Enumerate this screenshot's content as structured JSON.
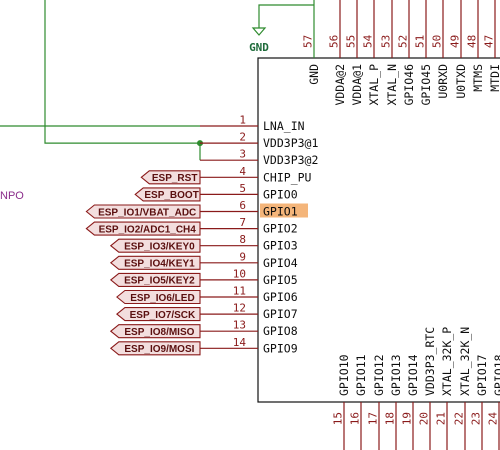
{
  "colors": {
    "background": "#ffffff",
    "wire": "#2e8b2e",
    "pin": "#8a1a1a",
    "body_outline": "#111111",
    "pin_name": "#0e0e0e",
    "pin_number": "#8a1a1a",
    "power_label": "#1e6b3a",
    "stray_text": "#8b2d8b",
    "highlight": "#f4b57a",
    "label_fill": "#f3dede",
    "label_text": "#5a0f0f"
  },
  "stray_text": "NPO",
  "gnd_symbol": {
    "label": "GND"
  },
  "left_pins": [
    {
      "number": "1",
      "name": "LNA_IN"
    },
    {
      "number": "2",
      "name": "VDD3P3@1"
    },
    {
      "number": "3",
      "name": "VDD3P3@2"
    },
    {
      "number": "4",
      "name": "CHIP_PU",
      "net": "ESP_RST"
    },
    {
      "number": "5",
      "name": "GPIO0",
      "net": "ESP_BOOT"
    },
    {
      "number": "6",
      "name": "GPIO1",
      "net": "ESP_IO1/VBAT_ADC",
      "highlight": true
    },
    {
      "number": "7",
      "name": "GPIO2",
      "net": "ESP_IO2/ADC1_CH4"
    },
    {
      "number": "8",
      "name": "GPIO3",
      "net": "ESP_IO3/KEY0"
    },
    {
      "number": "9",
      "name": "GPIO4",
      "net": "ESP_IO4/KEY1"
    },
    {
      "number": "10",
      "name": "GPIO5",
      "net": "ESP_IO5/KEY2"
    },
    {
      "number": "11",
      "name": "GPIO6",
      "net": "ESP_IO6/LED"
    },
    {
      "number": "12",
      "name": "GPIO7",
      "net": "ESP_IO7/SCK"
    },
    {
      "number": "13",
      "name": "GPIO8",
      "net": "ESP_IO8/MISO"
    },
    {
      "number": "14",
      "name": "GPIO9",
      "net": "ESP_IO9/MOSI"
    }
  ],
  "top_pins": [
    {
      "number": "57",
      "name": "GND"
    },
    {
      "number": "56",
      "name": "VDDA@2"
    },
    {
      "number": "55",
      "name": "VDDA@1"
    },
    {
      "number": "54",
      "name": "XTAL_P"
    },
    {
      "number": "53",
      "name": "XTAL_N"
    },
    {
      "number": "52",
      "name": "GPIO46"
    },
    {
      "number": "51",
      "name": "GPIO45"
    },
    {
      "number": "50",
      "name": "U0RXD"
    },
    {
      "number": "49",
      "name": "U0TXD"
    },
    {
      "number": "48",
      "name": "MTMS"
    },
    {
      "number": "47",
      "name": "MTDI"
    }
  ],
  "bottom_pins": [
    {
      "number": "15",
      "name": "GPIO10"
    },
    {
      "number": "16",
      "name": "GPIO11"
    },
    {
      "number": "17",
      "name": "GPIO12"
    },
    {
      "number": "18",
      "name": "GPIO13"
    },
    {
      "number": "19",
      "name": "GPIO14"
    },
    {
      "number": "20",
      "name": "VDD3P3_RTC"
    },
    {
      "number": "21",
      "name": "XTAL_32K_P"
    },
    {
      "number": "22",
      "name": "XTAL_32K_N"
    },
    {
      "number": "23",
      "name": "GPIO17"
    },
    {
      "number": "24",
      "name": "GPIO18"
    }
  ]
}
